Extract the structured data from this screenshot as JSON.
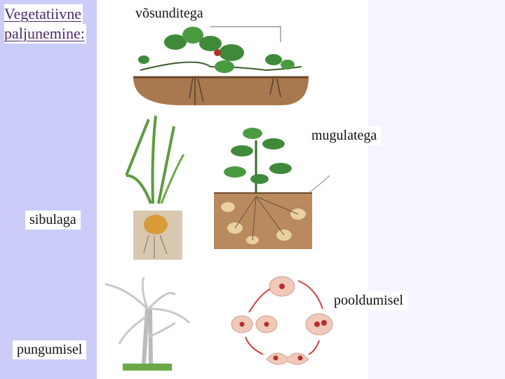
{
  "slide": {
    "title_line1": "Vegetatiivne",
    "title_line2": "paljunemine:"
  },
  "labels": {
    "runners": "võsunditega",
    "tubers": "mugulatega",
    "bulb": "sibulaga",
    "division": "pooldumisel",
    "budding": "pungumisel"
  },
  "colors": {
    "sidebar": "#ccccf8",
    "title": "#4b2a6e",
    "soil": "#a8784e",
    "leaf": "#3f8a3a"
  }
}
